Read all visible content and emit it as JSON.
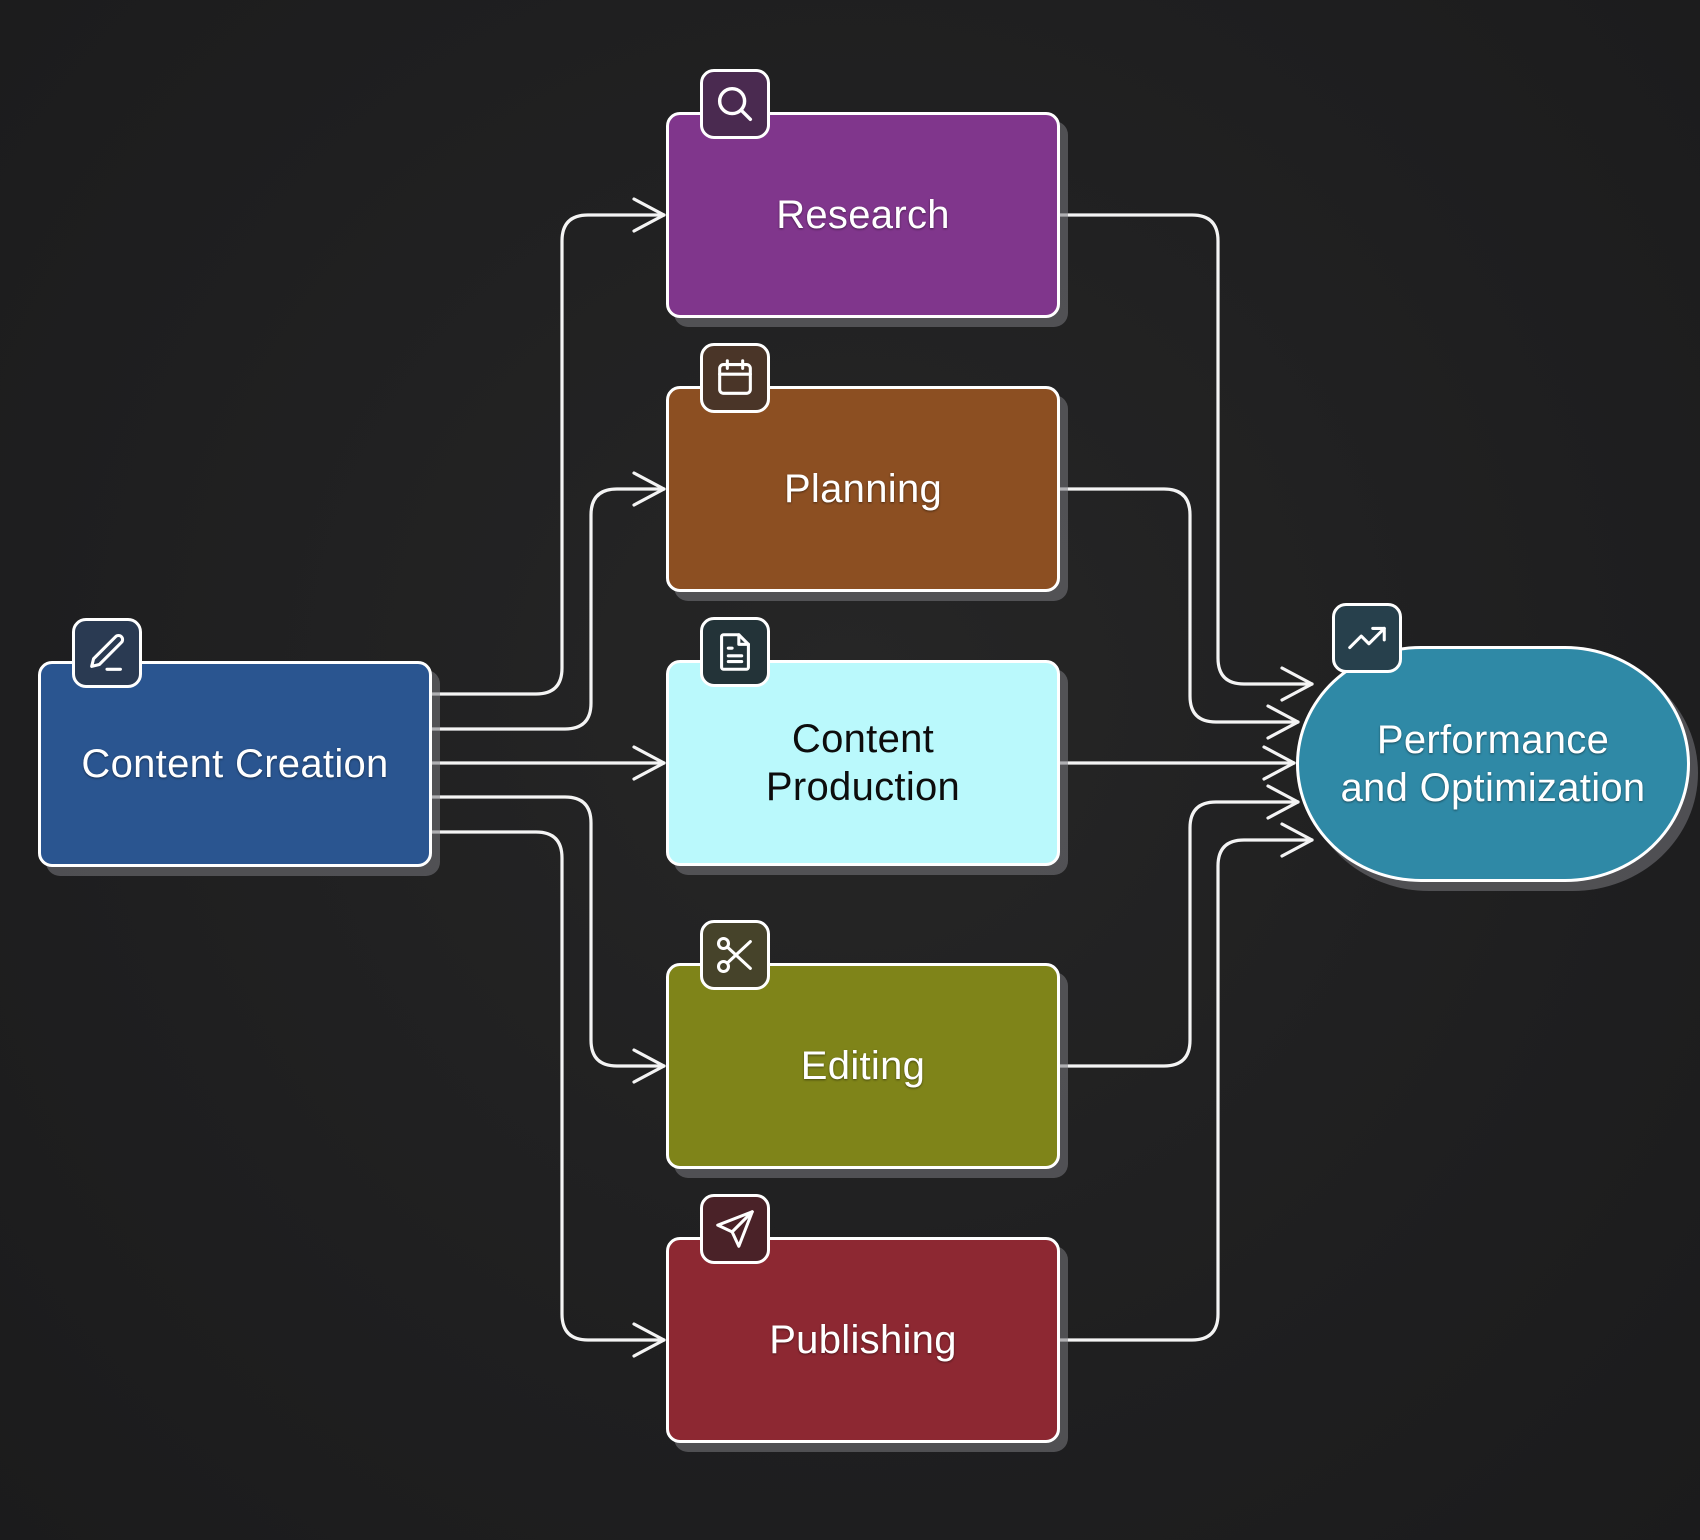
{
  "diagram": {
    "type": "flowchart",
    "background": "#1f1f20",
    "nodes": [
      {
        "id": "content-creation",
        "label": "Content Creation",
        "icon": "pencil-icon",
        "color": "#2a5590",
        "icon_bg": "#2a3a52",
        "text_color": "#ffffff"
      },
      {
        "id": "research",
        "label": "Research",
        "icon": "search-icon",
        "color": "#80368c",
        "icon_bg": "#4a2a50",
        "text_color": "#ffffff"
      },
      {
        "id": "planning",
        "label": "Planning",
        "icon": "calendar-icon",
        "color": "#8c4f22",
        "icon_bg": "#4a3528",
        "text_color": "#ffffff"
      },
      {
        "id": "content-production",
        "label": "Content\nProduction",
        "icon": "document-icon",
        "color": "#baf9fc",
        "icon_bg": "#233338",
        "text_color": "#0d0d0d"
      },
      {
        "id": "editing",
        "label": "Editing",
        "icon": "scissors-icon",
        "color": "#7f8419",
        "icon_bg": "#46432a",
        "text_color": "#ffffff"
      },
      {
        "id": "publishing",
        "label": "Publishing",
        "icon": "send-icon",
        "color": "#8d2832",
        "icon_bg": "#4a2228",
        "text_color": "#ffffff"
      },
      {
        "id": "performance",
        "label": "Performance\nand Optimization",
        "icon": "trending-up-icon",
        "color": "#2f89a6",
        "icon_bg": "#27404c",
        "text_color": "#ffffff"
      }
    ],
    "edges": [
      {
        "from": "content-creation",
        "to": "research"
      },
      {
        "from": "content-creation",
        "to": "planning"
      },
      {
        "from": "content-creation",
        "to": "content-production"
      },
      {
        "from": "content-creation",
        "to": "editing"
      },
      {
        "from": "content-creation",
        "to": "publishing"
      },
      {
        "from": "research",
        "to": "performance"
      },
      {
        "from": "planning",
        "to": "performance"
      },
      {
        "from": "content-production",
        "to": "performance"
      },
      {
        "from": "editing",
        "to": "performance"
      },
      {
        "from": "publishing",
        "to": "performance"
      }
    ],
    "edge_color": "#f4f4f4"
  }
}
